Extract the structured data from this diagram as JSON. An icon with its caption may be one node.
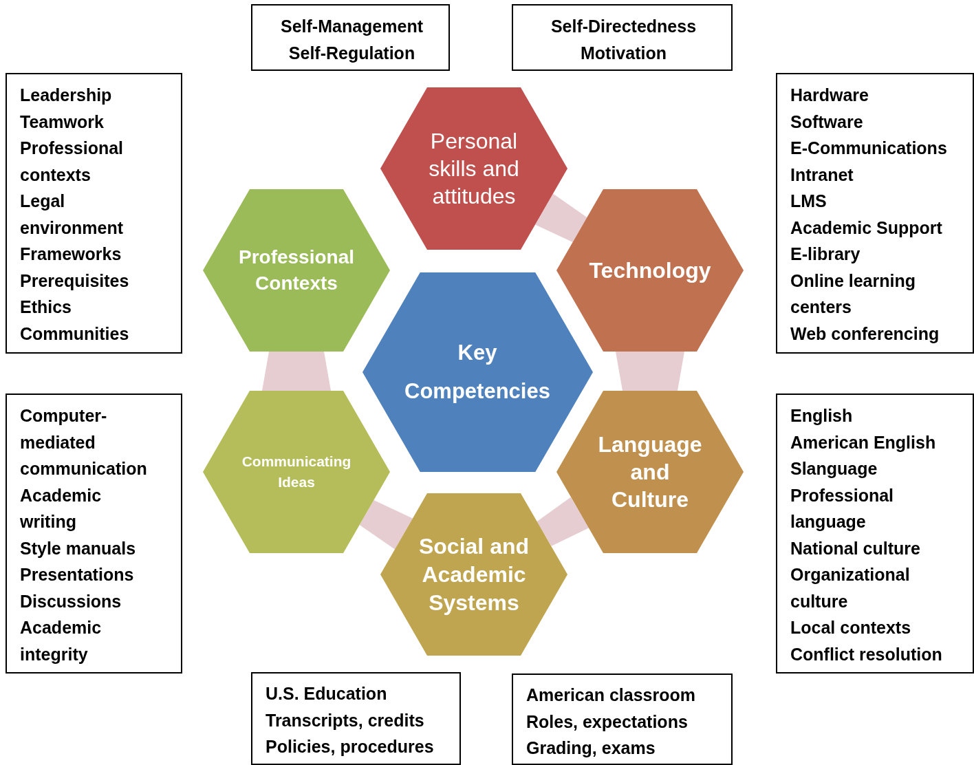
{
  "diagram": {
    "nodes": [
      {
        "text": [
          "Self-Management",
          "Self-Regulation"
        ]
      },
      {
        "text": [
          "Self-Directedness",
          "Motivation"
        ]
      },
      {
        "text": [
          "Leadership",
          "Teamwork",
          "Professional contexts",
          "Legal environment",
          "Frameworks",
          "Prerequisites",
          "Ethics",
          "Communities"
        ]
      },
      {
        "text": [
          "Personal skills and attitudes"
        ]
      },
      {
        "text": [
          "Hardware",
          "Software",
          "E-Communications",
          "Intranet",
          "LMS",
          "Academic Support",
          "E-library",
          "Online learning centers",
          "Web conferencing"
        ]
      },
      {
        "text": [
          "Professional Contexts"
        ]
      },
      {
        "text": [
          "Technology"
        ]
      },
      {
        "text": [
          "Key Competencies"
        ]
      },
      {
        "text": [
          "Computer-mediated communication",
          "Academic writing",
          "Style manuals",
          "Presentations",
          "Discussions",
          "Academic integrity"
        ]
      },
      {
        "text": [
          "Communicating Ideas"
        ]
      },
      {
        "text": [
          "Language and Culture"
        ]
      },
      {
        "text": [
          "English",
          "American English",
          "Slanguage",
          "Professional language",
          "National culture",
          "Organizational culture",
          "Local contexts",
          "Conflict resolution"
        ]
      },
      {
        "text": [
          "Social and Academic Systems"
        ]
      },
      {
        "text": [
          "U.S. Education",
          "Transcripts, credits",
          "Policies, procedures"
        ]
      },
      {
        "text": [
          "American classroom",
          "Roles, expectations",
          "Grading, exams"
        ]
      }
    ],
    "edges": [
      {
        "from": 3,
        "to": 6,
        "arrow": "none"
      },
      {
        "from": 6,
        "to": 10,
        "arrow": "none"
      },
      {
        "from": 10,
        "to": 12,
        "arrow": "none"
      },
      {
        "from": 12,
        "to": 9,
        "arrow": "none"
      },
      {
        "from": 9,
        "to": 5,
        "arrow": "none"
      }
    ]
  }
}
